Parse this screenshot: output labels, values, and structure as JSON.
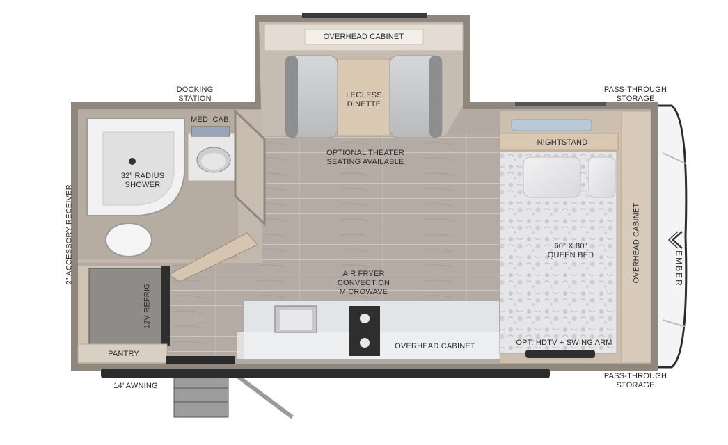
{
  "labels": {
    "overhead_cabinet_top": "OVERHEAD CABINET",
    "legless_dinette_1": "LEGLESS",
    "legless_dinette_2": "DINETTE",
    "docking_station_1": "DOCKING",
    "docking_station_2": "STATION",
    "pass_through_storage_top_1": "PASS-THROUGH",
    "pass_through_storage_top_2": "STORAGE",
    "med_cab": "MED. CAB.",
    "shower_1": "32” RADIUS",
    "shower_2": "SHOWER",
    "theater_1": "OPTIONAL THEATER",
    "theater_2": "SEATING AVAILABLE",
    "nightstand": "NIGHTSTAND",
    "bed_1": "60” X 80”",
    "bed_2": "QUEEN BED",
    "overhead_cabinet_right": "OVERHEAD CABINET",
    "accessory_receiver": "2” ACCESSORY RECEIVER",
    "refrig": "12V REFRIG.",
    "microwave_1": "AIR FRYER",
    "microwave_2": "CONVECTION",
    "microwave_3": "MICROWAVE",
    "overhead_cabinet_bottom": "OVERHEAD CABINET",
    "hdtv": "OPT. HDTV + SWING ARM",
    "pantry": "PANTRY",
    "awning": "14’ AWNING",
    "pass_through_storage_bottom_1": "PASS-THROUGH",
    "pass_through_storage_bottom_2": "STORAGE"
  },
  "brand_logo": "EMBER",
  "colors": {
    "wall": "#a39a90",
    "floor": "#b3aaa3",
    "cabinet": "#d8cbbb",
    "counter": "#e2e4e6",
    "bed": "#e4e4e6",
    "dark": "#2d2d2d"
  }
}
